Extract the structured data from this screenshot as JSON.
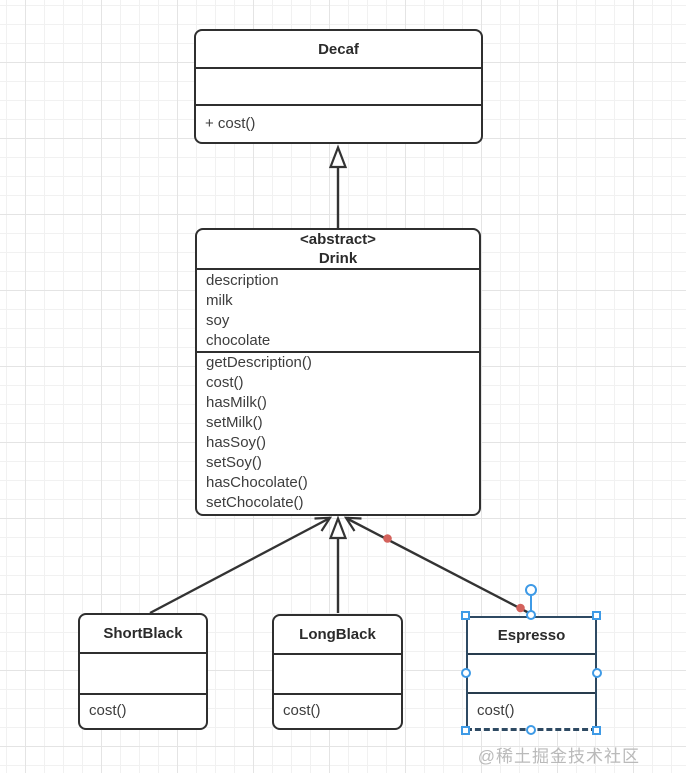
{
  "diagram": {
    "type": "uml-class-diagram",
    "watermark": "@稀土掘金技术社区"
  },
  "nodes": {
    "decaf": {
      "title": "Decaf",
      "fields": [],
      "methods": [
        "+ cost()"
      ],
      "selected": false
    },
    "drink": {
      "stereotype": "<abstract>",
      "title": "Drink",
      "fields": [
        "description",
        "milk",
        "soy",
        "chocolate"
      ],
      "methods": [
        "getDescription()",
        "cost()",
        "hasMilk()",
        "setMilk()",
        "hasSoy()",
        "setSoy()",
        "hasChocolate()",
        "setChocolate()"
      ],
      "selected": false
    },
    "short_black": {
      "title": "ShortBlack",
      "fields": [],
      "methods": [
        "cost()"
      ],
      "selected": false
    },
    "long_black": {
      "title": "LongBlack",
      "fields": [],
      "methods": [
        "cost()"
      ],
      "selected": false
    },
    "espresso": {
      "title": "Espresso",
      "fields": [],
      "methods": [
        "cost()"
      ],
      "selected": true
    }
  },
  "edges": [
    {
      "from": "Drink",
      "to": "Decaf",
      "type": "generalization"
    },
    {
      "from": "ShortBlack",
      "to": "Drink",
      "type": "generalization"
    },
    {
      "from": "LongBlack",
      "to": "Drink",
      "type": "generalization"
    },
    {
      "from": "Espresso",
      "to": "Drink",
      "type": "generalization"
    }
  ],
  "colors": {
    "node_border": "#2f2f2f",
    "node_fill": "#ffffff",
    "selected_border": "#2e4a63",
    "handle_accent": "#3e9ae6",
    "waypoint_red": "#d4625c",
    "text": "#333333",
    "watermark_gray": "#b2b2b2"
  }
}
